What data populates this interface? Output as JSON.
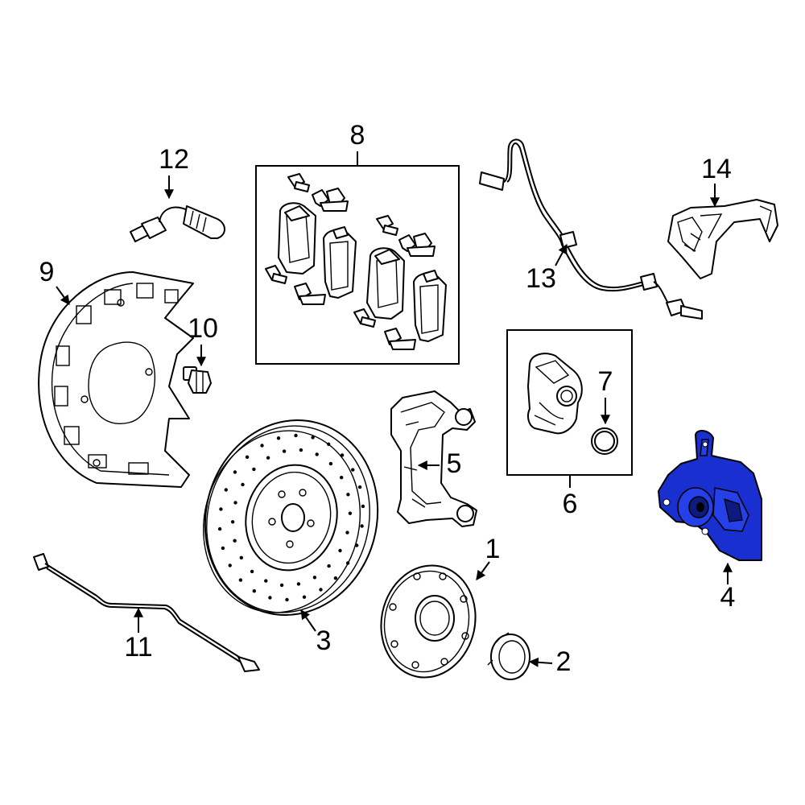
{
  "callouts": {
    "c1": "1",
    "c2": "2",
    "c3": "3",
    "c4": "4",
    "c5": "5",
    "c6": "6",
    "c7": "7",
    "c8": "8",
    "c9": "9",
    "c10": "10",
    "c11": "11",
    "c12": "12",
    "c13": "13",
    "c14": "14"
  },
  "highlight_color": "#1a2fd0",
  "highlighted_part": "4",
  "icons": {
    "arrow": "arrowhead-icon"
  }
}
